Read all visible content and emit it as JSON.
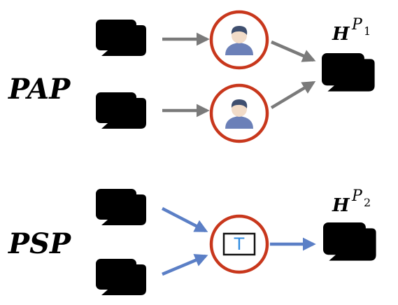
{
  "top_section": {
    "label": "PAP",
    "output_h": "H",
    "output_p": "P",
    "output_sub": "1"
  },
  "bottom_section": {
    "label": "PSP",
    "output_h": "H",
    "output_p": "P",
    "output_sub": "2",
    "box_letter": "T"
  },
  "colors": {
    "doc_gray": "#7d7d7d",
    "ring_red": "#c8371c",
    "arrow_gray": "#7a7a7a",
    "arrow_blue": "#5b7fc6",
    "person_blue": "#6b80b8",
    "t_blue": "#2f8be0"
  },
  "icons": [
    "document-icon",
    "person-icon",
    "t-box-icon"
  ]
}
